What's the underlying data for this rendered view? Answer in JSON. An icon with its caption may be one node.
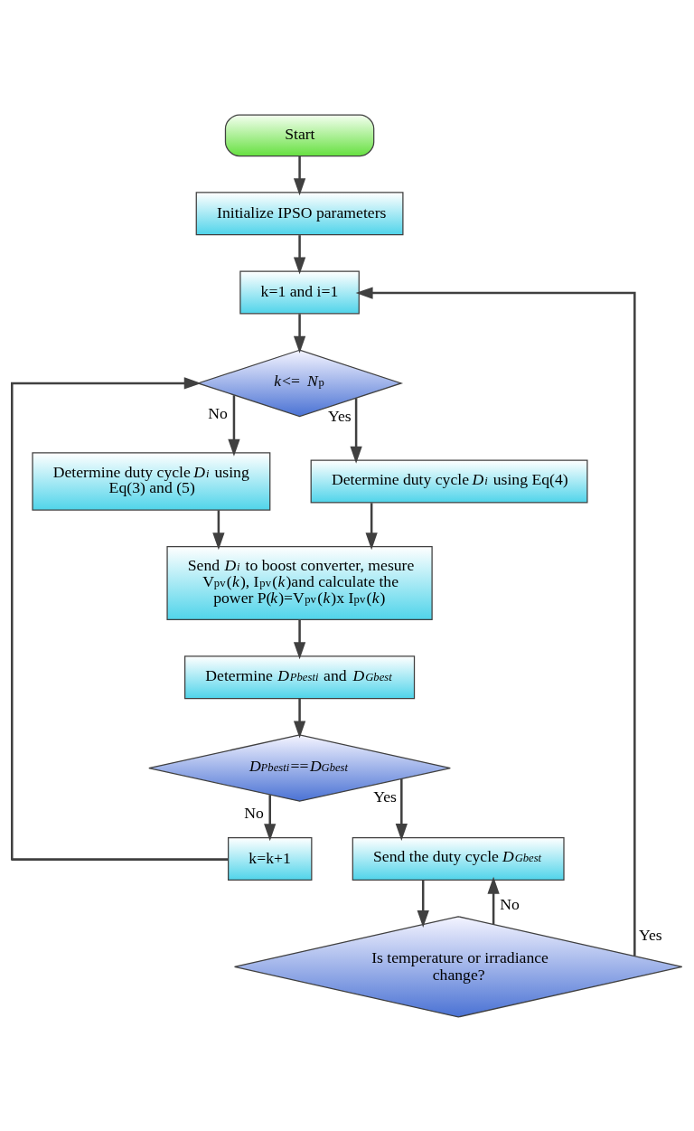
{
  "diagram": {
    "nodes": [
      {
        "text": [
          "Start"
        ]
      },
      {
        "text": [
          "Initialize IPSO parameters"
        ]
      },
      {
        "text": [
          "k=1 and i=1"
        ]
      },
      {
        "text": [
          "*k*<= *N*$_{p}$"
        ]
      },
      {
        "text": [
          "Determine duty cycle *D$_{i}$* using Eq(3) and (5)"
        ]
      },
      {
        "text": [
          "Determine duty cycle *D$_{i}$* using Eq(4)"
        ]
      },
      {
        "text": [
          "Send *D$_{i}$* to boost converter, mesure V$_{pv}$(*k*), I$_{pv}$(*k*)and calculate the power P(*k*)=V$_{pv}$(*k*)x I$_{pv}$(*k*)"
        ]
      },
      {
        "text": [
          "Determine *D$_{Pbesti}$* and *D$_{Gbest}$*"
        ]
      },
      {
        "text": [
          "*D$_{Pbesti}$*==*D$_{Gbest}$*"
        ]
      },
      {
        "text": [
          "k=k+1"
        ]
      },
      {
        "text": [
          "Send the duty cycle *D$_{Gbest}$*"
        ]
      },
      {
        "text": [
          "Is temperature or irradiance change?"
        ]
      }
    ],
    "edges": [
      {
        "from": 0,
        "to": 1,
        "arrow": "to"
      },
      {
        "from": 1,
        "to": 2,
        "arrow": "to"
      },
      {
        "from": 2,
        "to": 3,
        "arrow": "to"
      },
      {
        "from": 3,
        "to": 4,
        "arrow": "to",
        "label": "No"
      },
      {
        "from": 3,
        "to": 5,
        "arrow": "to",
        "label": "Yes"
      },
      {
        "from": 4,
        "to": 6,
        "arrow": "to"
      },
      {
        "from": 5,
        "to": 6,
        "arrow": "to"
      },
      {
        "from": 6,
        "to": 7,
        "arrow": "to"
      },
      {
        "from": 7,
        "to": 8,
        "arrow": "to"
      },
      {
        "from": 8,
        "to": 9,
        "arrow": "to",
        "label": "No"
      },
      {
        "from": 9,
        "to": 3,
        "arrow": "to"
      },
      {
        "from": 8,
        "to": 10,
        "arrow": "to",
        "label": "Yes"
      },
      {
        "from": 10,
        "to": 11,
        "arrow": "to"
      },
      {
        "from": 11,
        "to": 10,
        "arrow": "to",
        "label": "No"
      },
      {
        "from": 11,
        "to": 2,
        "arrow": "to",
        "label": "Yes"
      }
    ]
  }
}
